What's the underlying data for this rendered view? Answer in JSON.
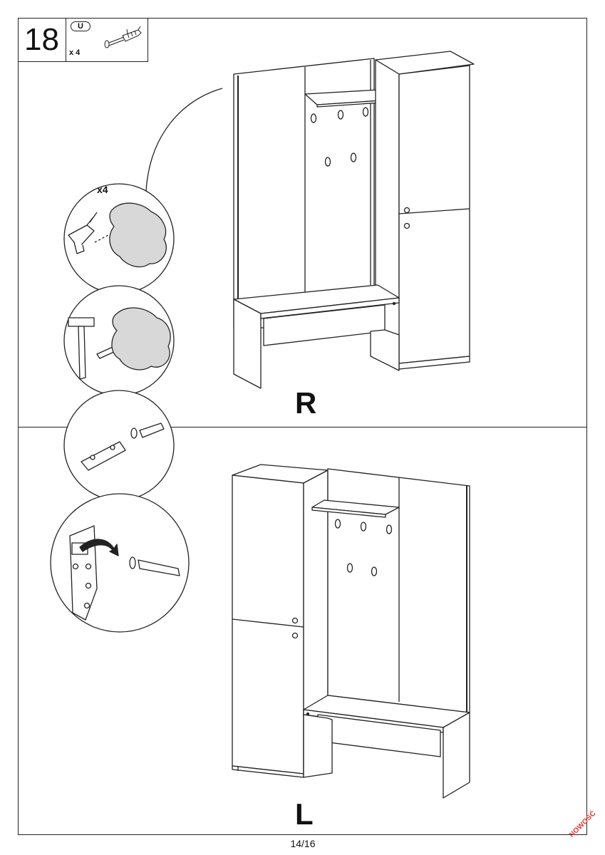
{
  "step": {
    "number": "18"
  },
  "parts": {
    "part_label": "U",
    "quantity": "x 4"
  },
  "detail": {
    "drill_quantity": "x4"
  },
  "variants": {
    "right": "R",
    "left": "L"
  },
  "footer": {
    "page": "14/16",
    "badge": "NOWOŚĆ"
  },
  "colors": {
    "line": "#222222",
    "badge": "#e8342c",
    "background": "#ffffff"
  },
  "icons": [
    "wall-plug-screw-icon",
    "drill-icon",
    "wall-texture-icon",
    "hammer-icon",
    "dowel-icon",
    "bracket-icon",
    "curved-arrow-icon"
  ]
}
